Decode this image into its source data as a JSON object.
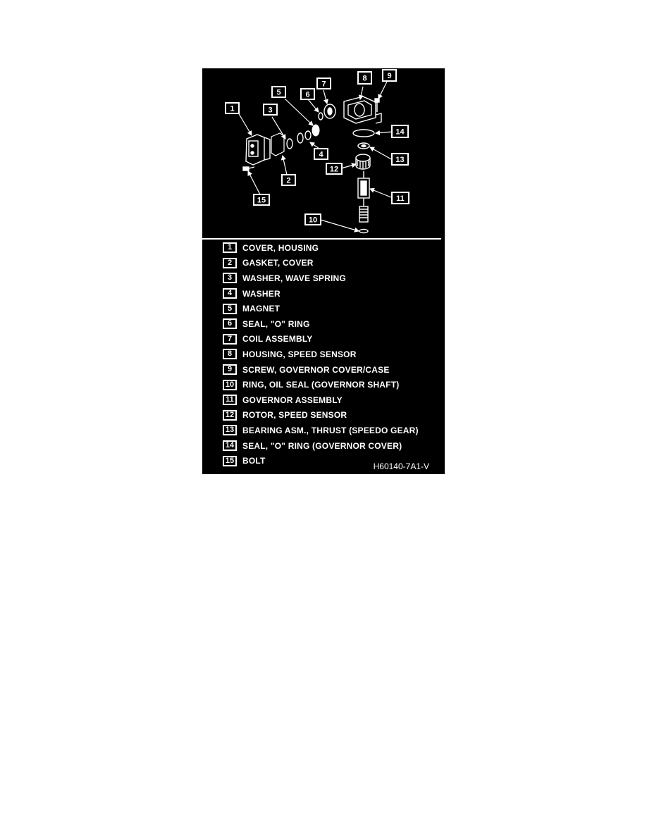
{
  "callouts": [
    "1",
    "2",
    "3",
    "4",
    "5",
    "6",
    "7",
    "8",
    "9",
    "10",
    "11",
    "12",
    "13",
    "14",
    "15"
  ],
  "legend": [
    {
      "num": "1",
      "label": "COVER, HOUSING"
    },
    {
      "num": "2",
      "label": "GASKET, COVER"
    },
    {
      "num": "3",
      "label": "WASHER, WAVE SPRING"
    },
    {
      "num": "4",
      "label": "WASHER"
    },
    {
      "num": "5",
      "label": "MAGNET"
    },
    {
      "num": "6",
      "label": "SEAL, \"O\" RING"
    },
    {
      "num": "7",
      "label": "COIL ASSEMBLY"
    },
    {
      "num": "8",
      "label": "HOUSING, SPEED SENSOR"
    },
    {
      "num": "9",
      "label": "SCREW, GOVERNOR COVER/CASE"
    },
    {
      "num": "10",
      "label": "RING, OIL SEAL (GOVERNOR SHAFT)"
    },
    {
      "num": "11",
      "label": "GOVERNOR ASSEMBLY"
    },
    {
      "num": "12",
      "label": "ROTOR, SPEED SENSOR"
    },
    {
      "num": "13",
      "label": "BEARING ASM., THRUST (SPEEDO GEAR)"
    },
    {
      "num": "14",
      "label": "SEAL, \"O\" RING (GOVERNOR COVER)"
    },
    {
      "num": "15",
      "label": "BOLT"
    }
  ],
  "figure_code": "H60140-7A1-V",
  "colors": {
    "background": "#000000",
    "foreground": "#ffffff"
  }
}
